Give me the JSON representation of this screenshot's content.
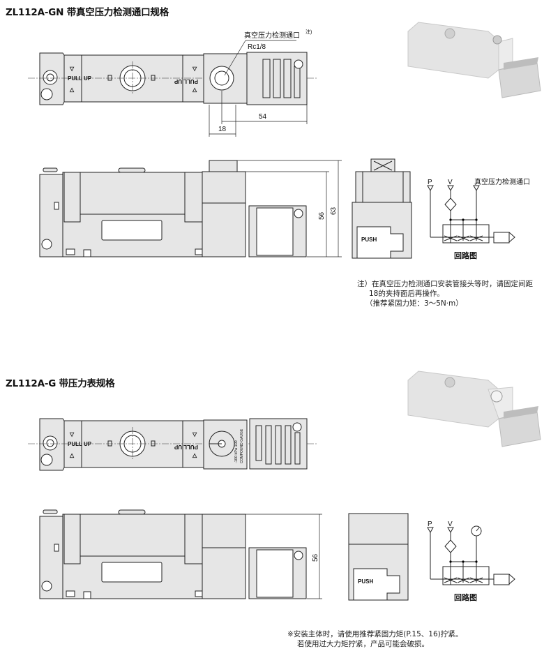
{
  "sections": [
    {
      "title": "ZL112A-GN 带真空压力检测通口规格",
      "port_label": "真空压力检测通口",
      "port_note_mark": "注)",
      "port_size": "Rc1/8",
      "dims": {
        "d54": "54",
        "d18": "18",
        "d56": "56",
        "d63": "63"
      },
      "pullup_label": "PULL UP",
      "push_label": "PUSH",
      "circuit": {
        "p": "P",
        "v": "V",
        "port": "真空压力检测通口",
        "caption": "回路图"
      },
      "note_lines": [
        "注）在真空压力检测通口安装管接头等时，请固定间距",
        "18的夹持面后再操作。",
        "（推荐紧固力矩：3～5N·m）"
      ]
    },
    {
      "title": "ZL112A-G 带压力表规格",
      "dims": {
        "d56": "56"
      },
      "pullup_label": "PULL UP",
      "push_label": "PUSH",
      "gauge_labels": {
        "scale": "-100 kPa 100",
        "brand": "COMPOUND GAUGE"
      },
      "circuit": {
        "p": "P",
        "v": "V",
        "caption": "回路图"
      },
      "note_lines": [
        "※安装主体时，请使用推荐紧固力矩(P.15、16)拧紧。",
        "若使用过大力矩拧紧，产品可能会破损。"
      ]
    }
  ],
  "colors": {
    "body": "#e6e6e6",
    "line": "#222222"
  }
}
